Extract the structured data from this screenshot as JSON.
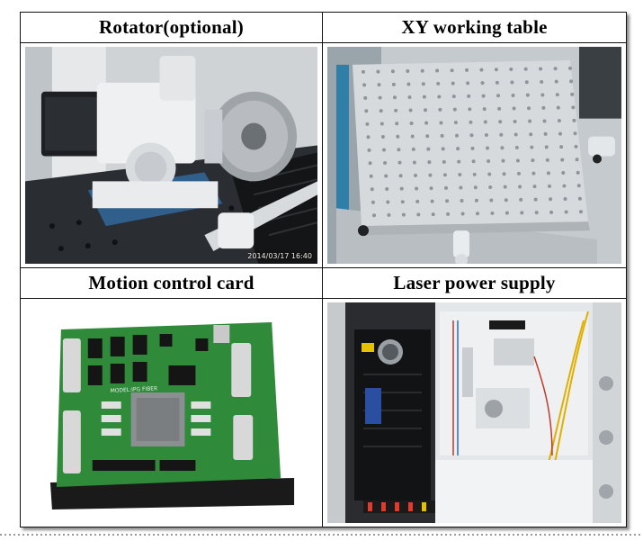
{
  "panels": {
    "rotator": {
      "title": "Rotator(optional)",
      "timestamp": "2014/03/17 16:40"
    },
    "xy_table": {
      "title": "XY working table"
    },
    "control_card": {
      "title": "Motion control card",
      "board_text": "MODEL:IPG FIBER"
    },
    "power_supply": {
      "title": "Laser power supply"
    }
  },
  "colors": {
    "border": "#111111",
    "text": "#000000"
  }
}
